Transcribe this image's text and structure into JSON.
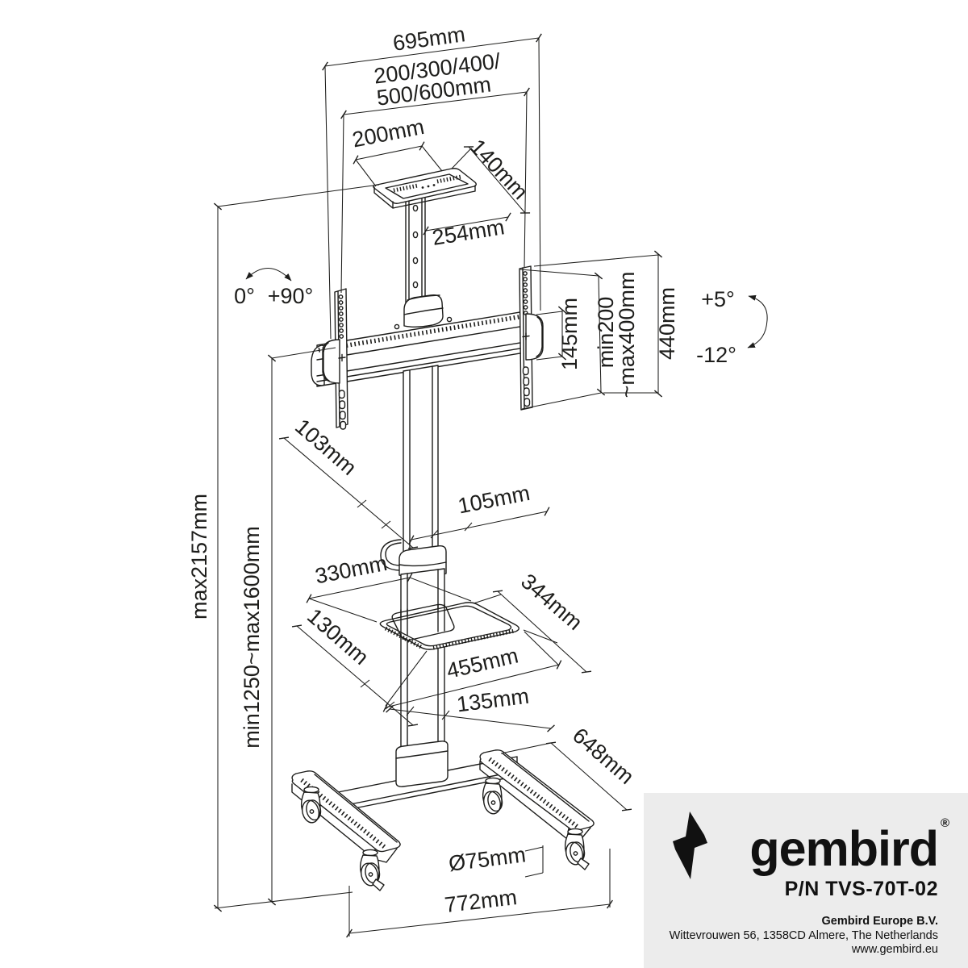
{
  "drawing": {
    "title": "TV floor stand dimensional drawing",
    "dims": {
      "overall_width": "695mm",
      "vesa_width_line1": "200/300/400/",
      "vesa_width_line2": "500/600mm",
      "top_shelf_width": "200mm",
      "top_shelf_depth": "140mm",
      "top_shelf_riser_height": "254mm",
      "swivel_min": "0°",
      "swivel_max": "+90°",
      "upper_column_depth": "103mm",
      "upper_column_width": "105mm",
      "tray_width": "330mm",
      "tray_depth": "344mm",
      "tray_overall_width": "455mm",
      "lower_column_depth": "130mm",
      "lower_column_width": "135mm",
      "overall_height": "max2157mm",
      "mount_height_range": "min1250~max1600mm",
      "bracket_handle_height": "145mm",
      "vesa_height_line1": "min200",
      "vesa_height_line2": "~max400mm",
      "bracket_height": "440mm",
      "tilt_up": "+5°",
      "tilt_down": "-12°",
      "base_depth": "648mm",
      "caster_diameter": "Ø75mm",
      "base_width": "772mm"
    }
  },
  "brand": {
    "colors": {
      "panel_bg": "#ececec",
      "ink": "#111111",
      "line": "#1d1d1b"
    },
    "wordmark": "gembird",
    "registered_mark": "®",
    "part_number": "P/N TVS-70T-02",
    "company": "Gembird Europe B.V.",
    "address": "Wittevrouwen 56, 1358CD Almere, The Netherlands",
    "website": "www.gembird.eu"
  }
}
